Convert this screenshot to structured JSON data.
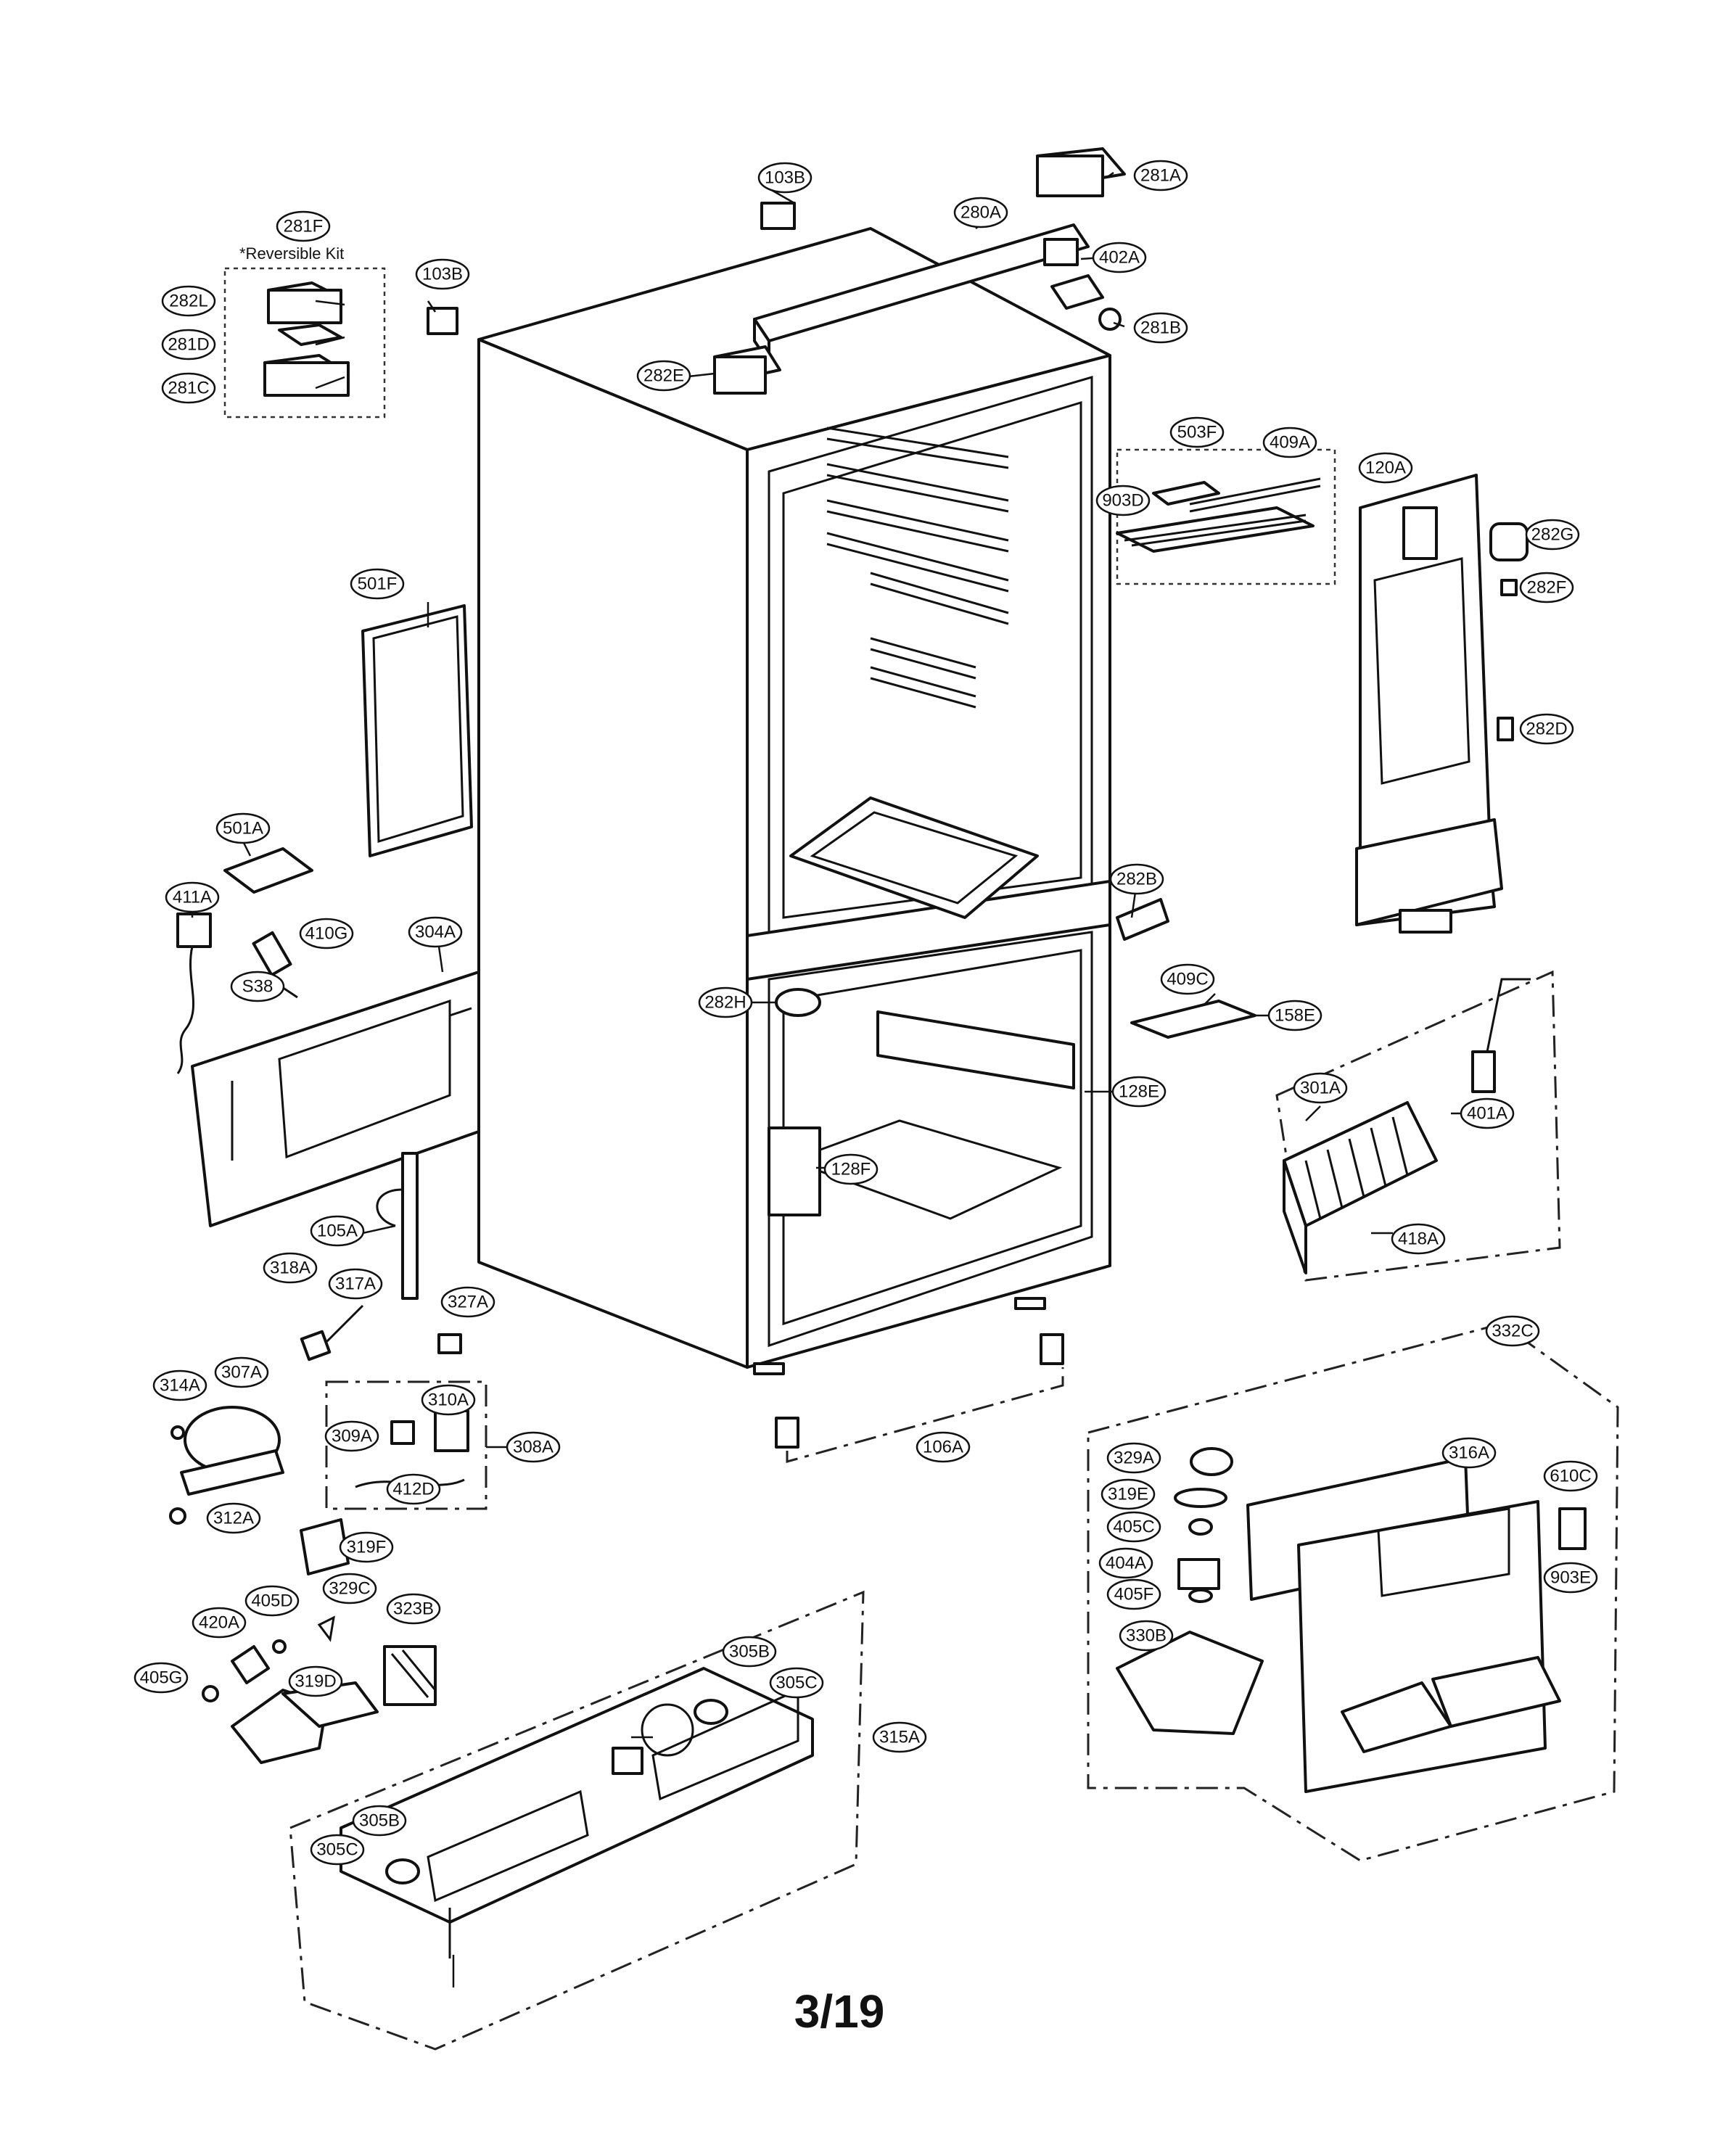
{
  "diagram": {
    "kit_note": "*Reversible Kit",
    "page_number": "3/19",
    "callouts": [
      "281F",
      "282L",
      "281D",
      "281C",
      "103B",
      "103B",
      "280A",
      "281A",
      "402A",
      "281B",
      "282E",
      "503F",
      "409A",
      "903D",
      "120A",
      "282G",
      "282F",
      "282D",
      "501F",
      "501A",
      "411A",
      "410G",
      "S38",
      "304A",
      "282B",
      "282H",
      "409C",
      "158E",
      "128E",
      "301A",
      "401A",
      "128F",
      "418A",
      "105A",
      "318A",
      "317A",
      "327A",
      "332C",
      "314A",
      "307A",
      "310A",
      "309A",
      "308A",
      "412D",
      "312A",
      "319F",
      "106A",
      "329A",
      "316A",
      "319E",
      "610C",
      "405C",
      "404A",
      "903E",
      "405F",
      "330B",
      "405D",
      "329C",
      "323B",
      "420A",
      "405G",
      "319D",
      "305B",
      "305C",
      "315A",
      "305B",
      "305C"
    ]
  }
}
